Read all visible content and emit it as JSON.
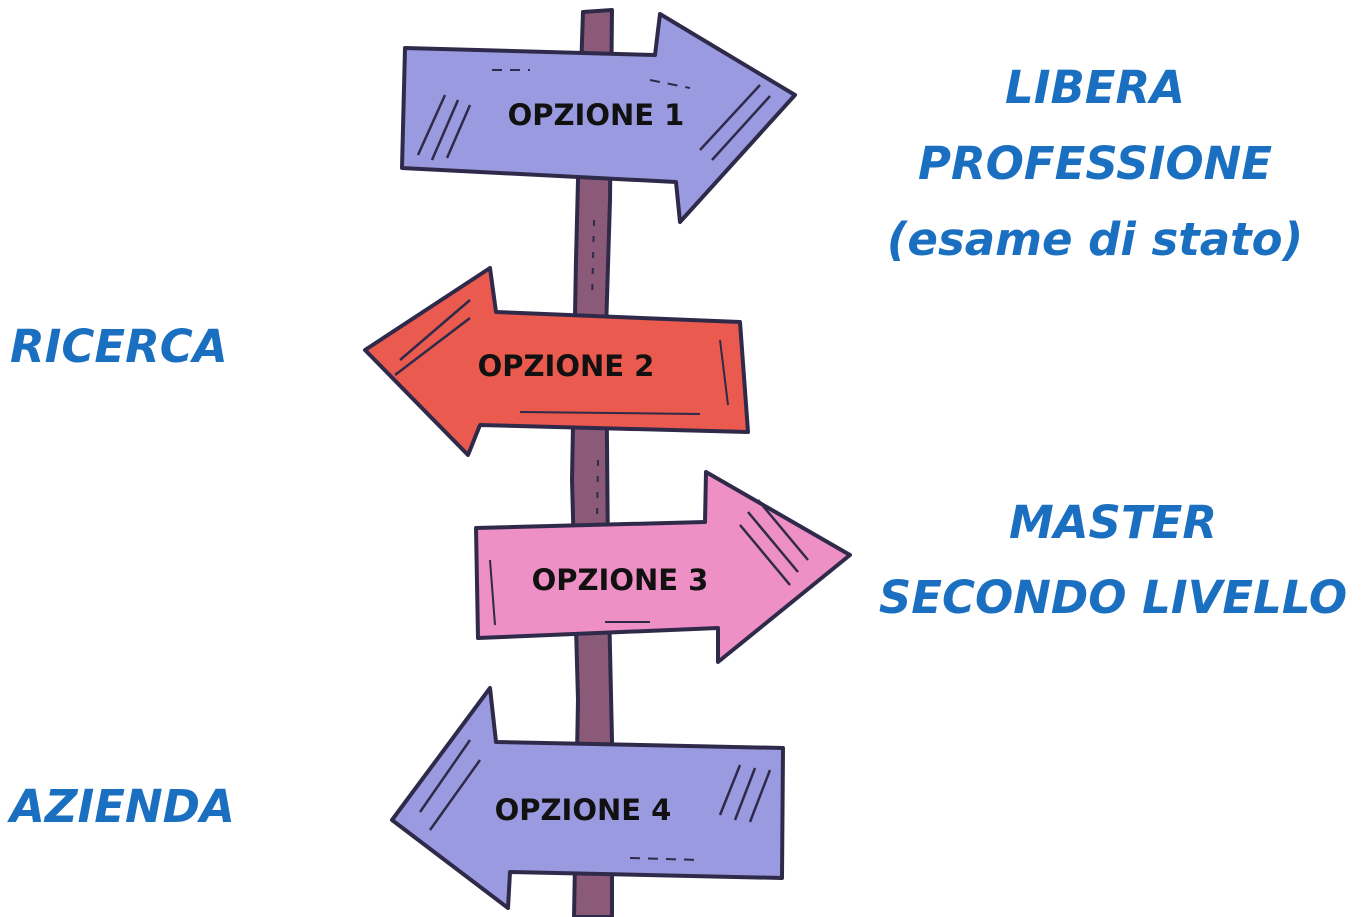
{
  "signpost": {
    "arrows": [
      {
        "label": "OPZIONE 1",
        "direction": "right",
        "color": "#9a9ae0"
      },
      {
        "label": "OPZIONE 2",
        "direction": "left",
        "color": "#ea5a4e"
      },
      {
        "label": "OPZIONE 3",
        "direction": "right",
        "color": "#ee8fc6"
      },
      {
        "label": "OPZIONE 4",
        "direction": "left",
        "color": "#9a9ae0"
      }
    ],
    "post_color": "#8a5a78",
    "outline_color": "#2f2a4a"
  },
  "destinations": {
    "option_1": {
      "lines": [
        "LIBERA",
        "PROFESSIONE",
        "(esame di stato)"
      ]
    },
    "option_2": {
      "lines": [
        "RICERCA"
      ]
    },
    "option_3": {
      "lines": [
        "MASTER",
        "SECONDO LIVELLO"
      ]
    },
    "option_4": {
      "lines": [
        "AZIENDA"
      ]
    },
    "text_color": "#1a6fc0"
  }
}
